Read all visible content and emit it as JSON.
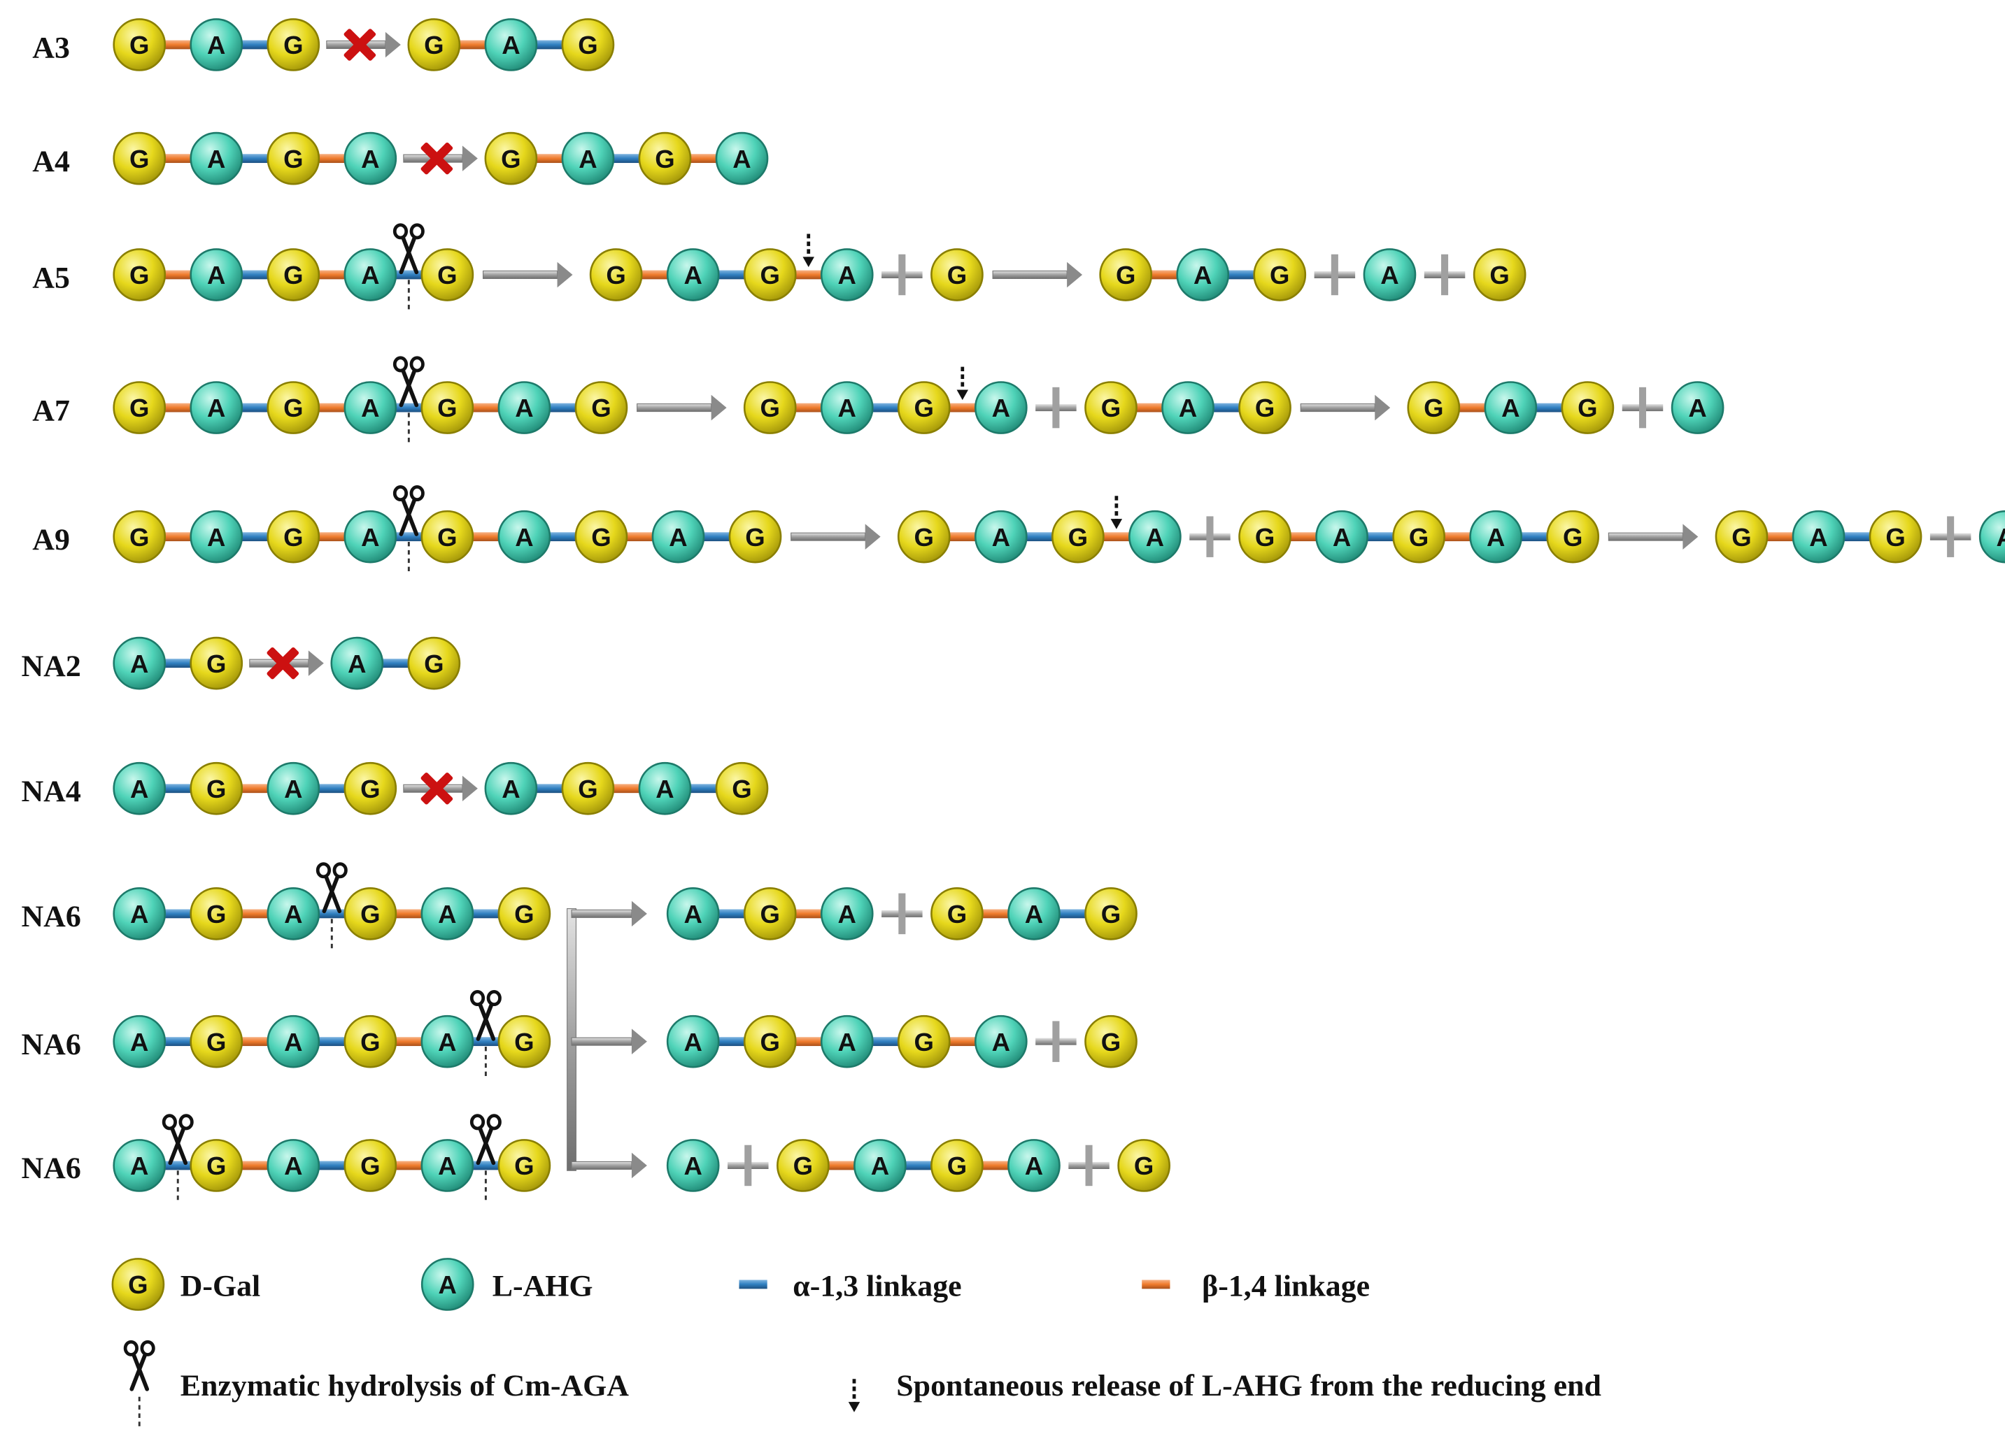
{
  "rows": [
    {
      "label": "A3",
      "groups": [
        {
          "type": "chain",
          "units": [
            "G",
            "A",
            "G"
          ],
          "links": [
            "b",
            "a"
          ]
        },
        {
          "type": "blocked"
        },
        {
          "type": "chain",
          "units": [
            "G",
            "A",
            "G"
          ],
          "links": [
            "b",
            "a"
          ]
        }
      ]
    },
    {
      "label": "A4",
      "groups": [
        {
          "type": "chain",
          "units": [
            "G",
            "A",
            "G",
            "A"
          ],
          "links": [
            "b",
            "a",
            "b"
          ]
        },
        {
          "type": "blocked"
        },
        {
          "type": "chain",
          "units": [
            "G",
            "A",
            "G",
            "A"
          ],
          "links": [
            "b",
            "a",
            "b"
          ]
        }
      ]
    },
    {
      "label": "A5",
      "groups": [
        {
          "type": "chain",
          "units": [
            "G",
            "A",
            "G",
            "A",
            "G"
          ],
          "links": [
            "b",
            "a",
            "b",
            "a"
          ],
          "cuts": [
            3
          ]
        },
        {
          "type": "arrow"
        },
        {
          "type": "chain",
          "units": [
            "G",
            "A",
            "G",
            "A"
          ],
          "links": [
            "b",
            "a",
            "b"
          ],
          "spont": [
            2
          ]
        },
        {
          "type": "plus"
        },
        {
          "type": "chain",
          "units": [
            "G"
          ],
          "links": []
        },
        {
          "type": "arrow"
        },
        {
          "type": "chain",
          "units": [
            "G",
            "A",
            "G"
          ],
          "links": [
            "b",
            "a"
          ]
        },
        {
          "type": "plus"
        },
        {
          "type": "chain",
          "units": [
            "A"
          ],
          "links": []
        },
        {
          "type": "plus"
        },
        {
          "type": "chain",
          "units": [
            "G"
          ],
          "links": []
        }
      ]
    },
    {
      "label": "A7",
      "groups": [
        {
          "type": "chain",
          "units": [
            "G",
            "A",
            "G",
            "A",
            "G",
            "A",
            "G"
          ],
          "links": [
            "b",
            "a",
            "b",
            "a",
            "b",
            "a"
          ],
          "cuts": [
            3
          ]
        },
        {
          "type": "arrow"
        },
        {
          "type": "chain",
          "units": [
            "G",
            "A",
            "G",
            "A"
          ],
          "links": [
            "b",
            "a",
            "b"
          ],
          "spont": [
            2
          ]
        },
        {
          "type": "plus"
        },
        {
          "type": "chain",
          "units": [
            "G",
            "A",
            "G"
          ],
          "links": [
            "b",
            "a"
          ]
        },
        {
          "type": "arrow"
        },
        {
          "type": "chain",
          "units": [
            "G",
            "A",
            "G"
          ],
          "links": [
            "b",
            "a"
          ]
        },
        {
          "type": "plus"
        },
        {
          "type": "chain",
          "units": [
            "A"
          ],
          "links": []
        }
      ]
    },
    {
      "label": "A9",
      "groups": [
        {
          "type": "chain",
          "units": [
            "G",
            "A",
            "G",
            "A",
            "G",
            "A",
            "G",
            "A",
            "G"
          ],
          "links": [
            "b",
            "a",
            "b",
            "a",
            "b",
            "a",
            "b",
            "a"
          ],
          "cuts": [
            3
          ]
        },
        {
          "type": "arrow"
        },
        {
          "type": "chain",
          "units": [
            "G",
            "A",
            "G",
            "A"
          ],
          "links": [
            "b",
            "a",
            "b"
          ],
          "spont": [
            2
          ]
        },
        {
          "type": "plus"
        },
        {
          "type": "chain",
          "units": [
            "G",
            "A",
            "G",
            "A",
            "G"
          ],
          "links": [
            "b",
            "a",
            "b",
            "a"
          ]
        },
        {
          "type": "arrow"
        },
        {
          "type": "chain",
          "units": [
            "G",
            "A",
            "G"
          ],
          "links": [
            "b",
            "a"
          ]
        },
        {
          "type": "plus"
        },
        {
          "type": "chain",
          "units": [
            "A"
          ],
          "links": []
        }
      ]
    },
    {
      "label": "NA2",
      "groups": [
        {
          "type": "chain",
          "units": [
            "A",
            "G"
          ],
          "links": [
            "a"
          ]
        },
        {
          "type": "blocked"
        },
        {
          "type": "chain",
          "units": [
            "A",
            "G"
          ],
          "links": [
            "a"
          ]
        }
      ]
    },
    {
      "label": "NA4",
      "groups": [
        {
          "type": "chain",
          "units": [
            "A",
            "G",
            "A",
            "G"
          ],
          "links": [
            "a",
            "b",
            "a"
          ]
        },
        {
          "type": "blocked"
        },
        {
          "type": "chain",
          "units": [
            "A",
            "G",
            "A",
            "G"
          ],
          "links": [
            "a",
            "b",
            "a"
          ]
        }
      ]
    },
    {
      "label": "NA6",
      "groups": [
        {
          "type": "chain",
          "units": [
            "A",
            "G",
            "A",
            "G",
            "A",
            "G"
          ],
          "links": [
            "a",
            "b",
            "a",
            "b",
            "a"
          ],
          "cuts": [
            2
          ]
        }
      ],
      "products": [
        {
          "type": "chain",
          "units": [
            "A",
            "G",
            "A"
          ],
          "links": [
            "a",
            "b"
          ]
        },
        {
          "type": "plus"
        },
        {
          "type": "chain",
          "units": [
            "G",
            "A",
            "G"
          ],
          "links": [
            "b",
            "a"
          ]
        }
      ]
    },
    {
      "label": "NA6",
      "groups": [
        {
          "type": "chain",
          "units": [
            "A",
            "G",
            "A",
            "G",
            "A",
            "G"
          ],
          "links": [
            "a",
            "b",
            "a",
            "b",
            "a"
          ],
          "cuts": [
            4
          ]
        }
      ],
      "products": [
        {
          "type": "chain",
          "units": [
            "A",
            "G",
            "A",
            "G",
            "A"
          ],
          "links": [
            "a",
            "b",
            "a",
            "b"
          ]
        },
        {
          "type": "plus"
        },
        {
          "type": "chain",
          "units": [
            "G"
          ],
          "links": []
        }
      ]
    },
    {
      "label": "NA6",
      "groups": [
        {
          "type": "chain",
          "units": [
            "A",
            "G",
            "A",
            "G",
            "A",
            "G"
          ],
          "links": [
            "a",
            "b",
            "a",
            "b",
            "a"
          ],
          "cuts": [
            0,
            4
          ]
        }
      ],
      "products": [
        {
          "type": "chain",
          "units": [
            "A"
          ],
          "links": []
        },
        {
          "type": "plus"
        },
        {
          "type": "chain",
          "units": [
            "G",
            "A",
            "G",
            "A"
          ],
          "links": [
            "b",
            "a",
            "b"
          ]
        },
        {
          "type": "plus"
        },
        {
          "type": "chain",
          "units": [
            "G"
          ],
          "links": []
        }
      ]
    }
  ],
  "legend": {
    "gal_letter": "G",
    "gal_label": "D-Gal",
    "ahg_letter": "A",
    "ahg_label": "L-AHG",
    "alpha_label": "α-1,3 linkage",
    "beta_label": "β-1,4 linkage",
    "cut_label": "Enzymatic hydrolysis of Cm-AGA",
    "spont_label": "Spontaneous release of L-AHG from the reducing end"
  },
  "colors": {
    "gal_fill": "#e6d81c",
    "gal_stroke": "#8a7f00",
    "ahg_fill": "#4fd3b8",
    "ahg_stroke": "#1d7a6a",
    "alpha_link": "#2f7fc0",
    "beta_link": "#ef7b2c",
    "arrow": "#9a9a9a",
    "blocked": "#cc1111"
  }
}
